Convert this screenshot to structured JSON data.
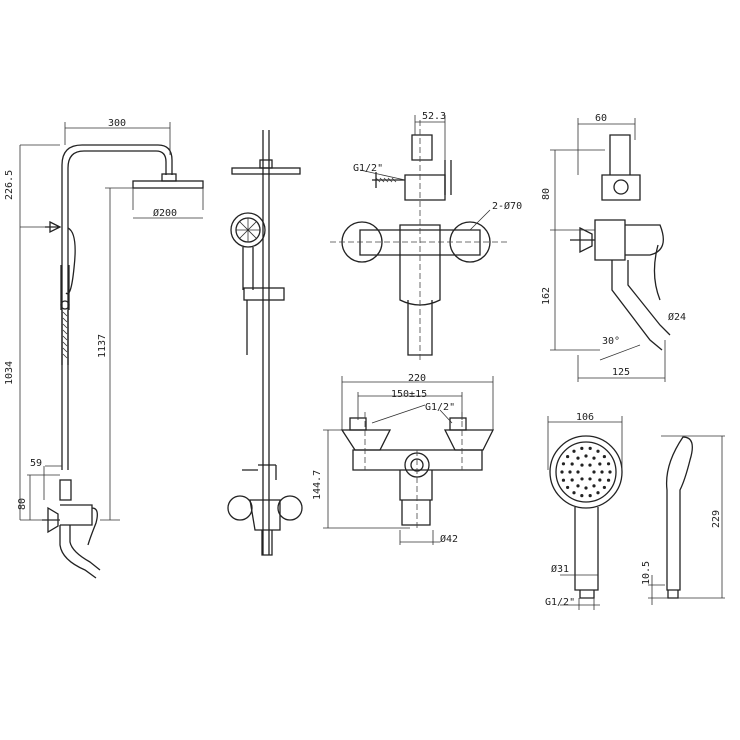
{
  "left_view": {
    "width_300": "300",
    "height_226_5": "226.5",
    "head_diameter": "Ø200",
    "height_1034": "1034",
    "height_1137": "1137",
    "offset_59": "59",
    "height_80": "80"
  },
  "mixer_front": {
    "dim_52_3": "52.3",
    "thread": "G1/2\"",
    "flange": "2-Ø70"
  },
  "mixer_side": {
    "dim_60": "60",
    "dim_80": "80",
    "dim_162": "162",
    "spout_diameter": "Ø24",
    "angle": "30°",
    "dim_125": "125"
  },
  "mixer_top": {
    "dim_220": "220",
    "centers": "150±15",
    "thread": "G1/2\"",
    "height": "144.7",
    "diameter": "Ø42"
  },
  "hand_shower": {
    "dim_106": "106",
    "dim_229": "229",
    "handle_diameter": "Ø31",
    "thread": "G1/2\"",
    "dim_10_5": "10.5"
  }
}
